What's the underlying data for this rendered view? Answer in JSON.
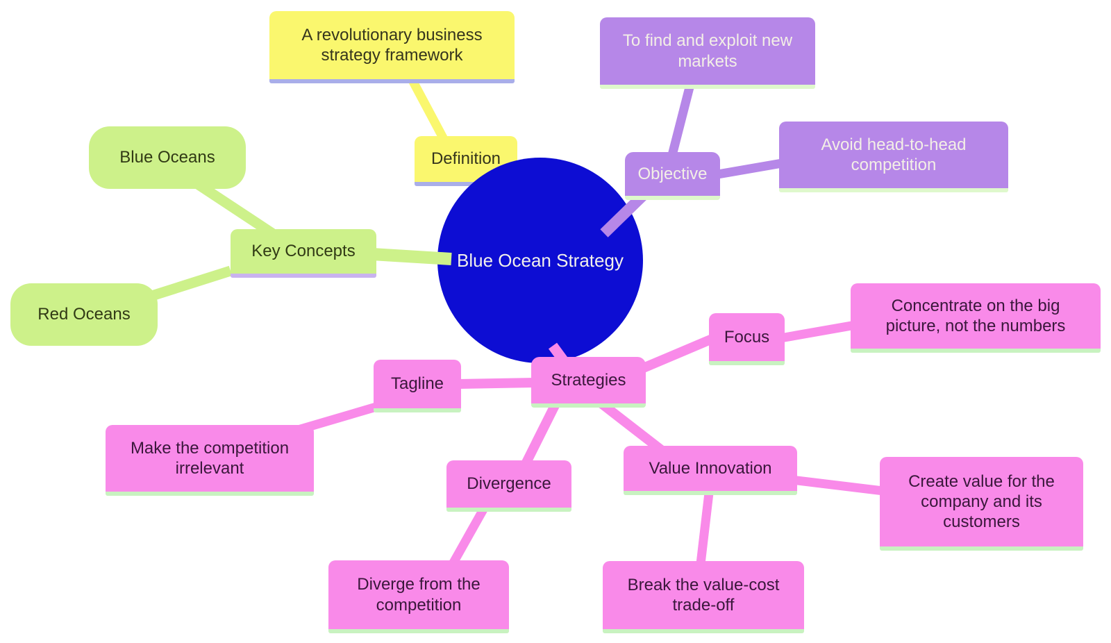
{
  "mindmap": {
    "root": {
      "label": "Blue Ocean Strategy"
    },
    "branches": {
      "definition": {
        "label": "Definition",
        "children": [
          {
            "label": "A revolutionary business\nstrategy framework"
          }
        ]
      },
      "objective": {
        "label": "Objective",
        "children": [
          {
            "label": "To find and exploit new\nmarkets"
          },
          {
            "label": "Avoid head-to-head\ncompetition"
          }
        ]
      },
      "key_concepts": {
        "label": "Key Concepts",
        "children": [
          {
            "label": "Blue Oceans"
          },
          {
            "label": "Red Oceans"
          }
        ]
      },
      "strategies": {
        "label": "Strategies",
        "children": [
          {
            "label": "Focus",
            "children": [
              {
                "label": "Concentrate on the big\npicture, not the numbers"
              }
            ]
          },
          {
            "label": "Tagline",
            "children": [
              {
                "label": "Make the competition\nirrelevant"
              }
            ]
          },
          {
            "label": "Divergence",
            "children": [
              {
                "label": "Diverge from the\ncompetition"
              }
            ]
          },
          {
            "label": "Value Innovation",
            "children": [
              {
                "label": "Create value for the\ncompany and its\ncustomers"
              },
              {
                "label": "Break the value-cost\ntrade-off"
              }
            ]
          }
        ]
      }
    }
  },
  "colors": {
    "root_fill": "#0d0dd3",
    "root_text": "#f2f0eb",
    "yellow_fill": "#faf76e",
    "yellow_underline": "#a9aee9",
    "yellow_text": "#35351d",
    "purple_fill": "#b687e8",
    "purple_underline": "#dff8cc",
    "purple_text": "#f3efe6",
    "green_fill": "#cdf18a",
    "green_underline": "#c9b3ef",
    "green_text": "#313a15",
    "pink_fill": "#f98ae9",
    "pink_underline": "#c8f2c0",
    "pink_text": "#3a173b"
  }
}
